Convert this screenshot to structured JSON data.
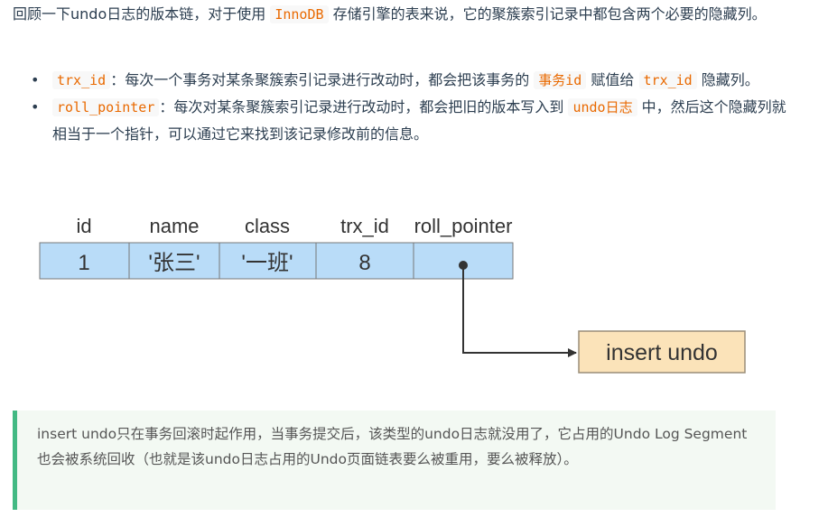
{
  "intro": {
    "part1": "回顾一下undo日志的版本链，对于使用 ",
    "code1": "InnoDB",
    "part2": " 存储引擎的表来说，它的聚簇索引记录中都包含两个必要的隐藏列。"
  },
  "bullets": [
    {
      "code1": "trx_id",
      "text1": "：每次一个事务对某条聚簇索引记录进行改动时，都会把该事务的 ",
      "code2": "事务id",
      "text2": " 赋值给 ",
      "code3": "trx_id",
      "text3": " 隐藏列。"
    },
    {
      "code1": "roll_pointer",
      "text1": "：每次对某条聚簇索引记录进行改动时，都会把旧的版本写入到 ",
      "code2": "undo日志",
      "text2": " 中，然后这个隐藏列就相当于一个指针，可以通过它来找到该记录修改前的信息。"
    }
  ],
  "bullet_glyph": "•",
  "diagram": {
    "headers": [
      "id",
      "name",
      "class",
      "trx_id",
      "roll_pointer"
    ],
    "row": [
      "1",
      "'张三'",
      "'一班'",
      "8",
      ""
    ],
    "target_label": "insert undo",
    "colors": {
      "cell_fill": "#b9dcf8",
      "target_fill": "#fbe3b9",
      "target_border": "#9a8d78",
      "line": "#333333"
    }
  },
  "callout": {
    "text": "insert undo只在事务回滚时起作用，当事务提交后，该类型的undo日志就没用了，它占用的Undo Log Segment也会被系统回收（也就是该undo日志占用的Undo页面链表要么被重用，要么被释放）。",
    "accent": "#42b983"
  }
}
